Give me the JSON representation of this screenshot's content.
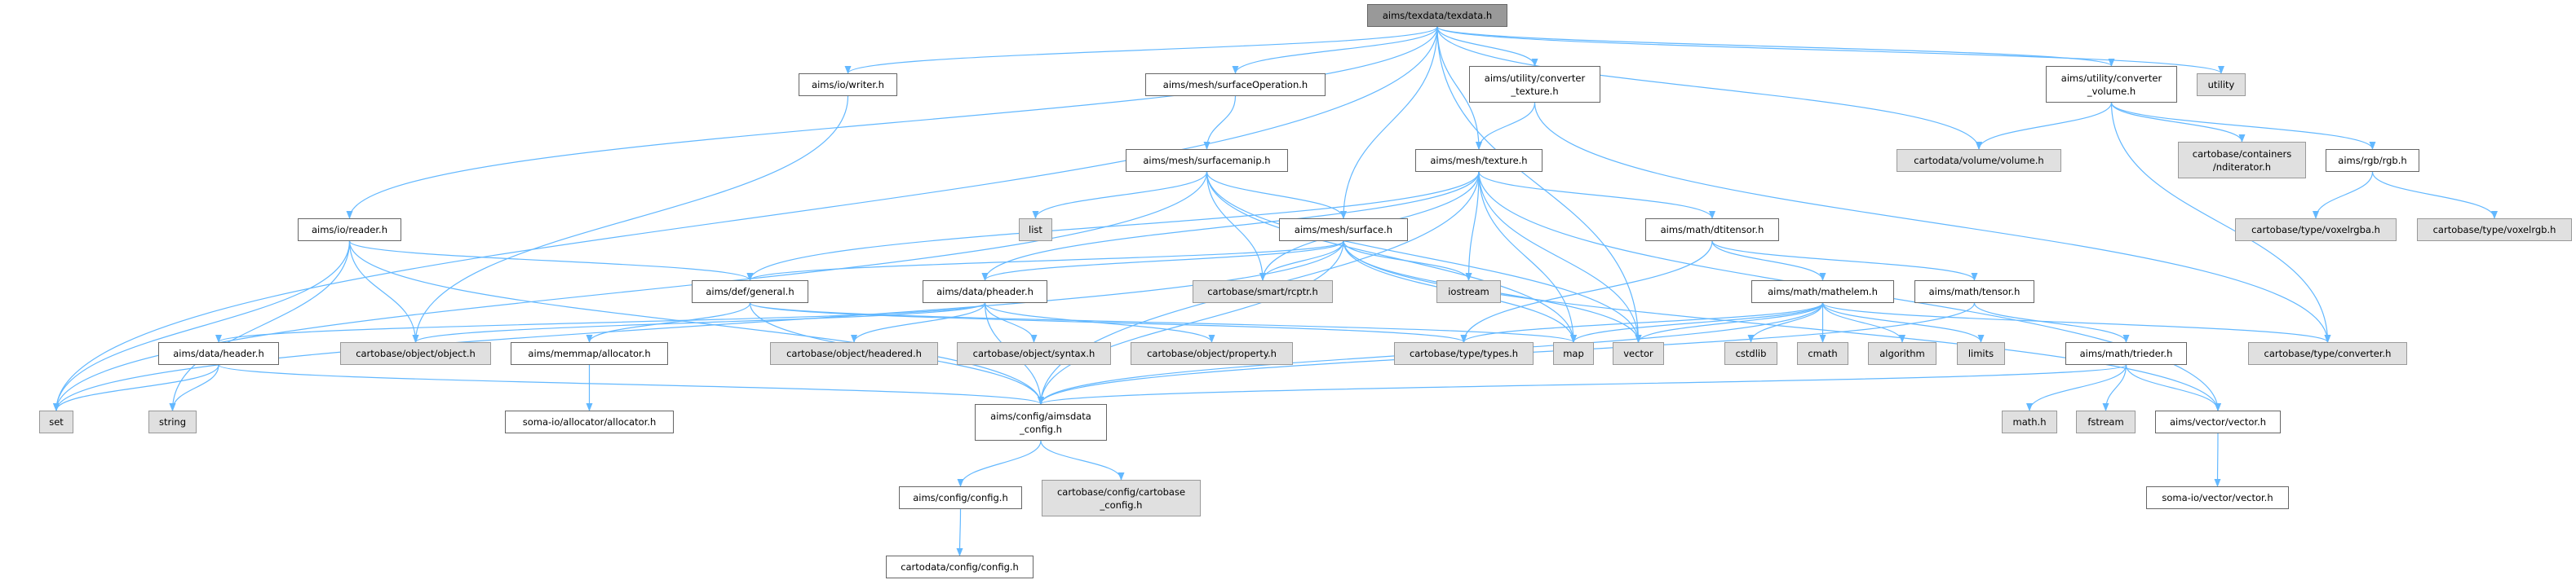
{
  "colors": {
    "edge": "#63b8ff",
    "root_fill": "#999999",
    "external_fill": "#e0e0e0",
    "local_fill": "#ffffff"
  },
  "graph": {
    "title": "aims/texdata/texdata.h",
    "nodes": [
      {
        "id": "texdata",
        "label": "aims/texdata/texdata.h",
        "kind": "root"
      },
      {
        "id": "writer",
        "label": "aims/io/writer.h",
        "kind": "local"
      },
      {
        "id": "reader",
        "label": "aims/io/reader.h",
        "kind": "local"
      },
      {
        "id": "general",
        "label": "aims/def/general.h",
        "kind": "local"
      },
      {
        "id": "header",
        "label": "aims/data/header.h",
        "kind": "local"
      },
      {
        "id": "object",
        "label": "cartobase/object/object.h",
        "kind": "ext"
      },
      {
        "id": "allocator",
        "label": "aims/memmap/allocator.h",
        "kind": "local"
      },
      {
        "id": "set",
        "label": "set",
        "kind": "ext"
      },
      {
        "id": "string",
        "label": "string",
        "kind": "ext"
      },
      {
        "id": "somaalloc",
        "label": "soma-io/allocator/allocator.h",
        "kind": "local"
      },
      {
        "id": "headered",
        "label": "cartobase/object/headered.h",
        "kind": "ext"
      },
      {
        "id": "surfop",
        "label": "aims/mesh/surfaceOperation.h",
        "kind": "local"
      },
      {
        "id": "convtex",
        "label": "aims/utility/converter\n_texture.h",
        "kind": "local"
      },
      {
        "id": "surfmanip",
        "label": "aims/mesh/surfacemanip.h",
        "kind": "local"
      },
      {
        "id": "texture",
        "label": "aims/mesh/texture.h",
        "kind": "local"
      },
      {
        "id": "list",
        "label": "list",
        "kind": "ext"
      },
      {
        "id": "surface",
        "label": "aims/mesh/surface.h",
        "kind": "local"
      },
      {
        "id": "dtitensor",
        "label": "aims/math/dtitensor.h",
        "kind": "local"
      },
      {
        "id": "pheader",
        "label": "aims/data/pheader.h",
        "kind": "local"
      },
      {
        "id": "rcptr",
        "label": "cartobase/smart/rcptr.h",
        "kind": "ext"
      },
      {
        "id": "iostream",
        "label": "iostream",
        "kind": "ext"
      },
      {
        "id": "syntax",
        "label": "cartobase/object/syntax.h",
        "kind": "ext"
      },
      {
        "id": "property",
        "label": "cartobase/object/property.h",
        "kind": "ext"
      },
      {
        "id": "types",
        "label": "cartobase/type/types.h",
        "kind": "ext"
      },
      {
        "id": "map",
        "label": "map",
        "kind": "ext"
      },
      {
        "id": "vector",
        "label": "vector",
        "kind": "ext"
      },
      {
        "id": "aimsdataconf",
        "label": "aims/config/aimsdata\n_config.h",
        "kind": "local"
      },
      {
        "id": "config",
        "label": "aims/config/config.h",
        "kind": "local"
      },
      {
        "id": "cbconf",
        "label": "cartobase/config/cartobase\n_config.h",
        "kind": "ext"
      },
      {
        "id": "cdconf",
        "label": "cartodata/config/config.h",
        "kind": "local"
      },
      {
        "id": "convvol",
        "label": "aims/utility/converter\n_volume.h",
        "kind": "local"
      },
      {
        "id": "utility",
        "label": "utility",
        "kind": "ext"
      },
      {
        "id": "volume",
        "label": "cartodata/volume/volume.h",
        "kind": "ext"
      },
      {
        "id": "nditer",
        "label": "cartobase/containers\n/nditerator.h",
        "kind": "ext"
      },
      {
        "id": "rgb",
        "label": "aims/rgb/rgb.h",
        "kind": "local"
      },
      {
        "id": "voxelrgba",
        "label": "cartobase/type/voxelrgba.h",
        "kind": "ext"
      },
      {
        "id": "voxelrgb",
        "label": "cartobase/type/voxelrgb.h",
        "kind": "ext"
      },
      {
        "id": "mathelem",
        "label": "aims/math/mathelem.h",
        "kind": "local"
      },
      {
        "id": "tensor",
        "label": "aims/math/tensor.h",
        "kind": "local"
      },
      {
        "id": "cstdlib",
        "label": "cstdlib",
        "kind": "ext"
      },
      {
        "id": "cmath",
        "label": "cmath",
        "kind": "ext"
      },
      {
        "id": "algorithm",
        "label": "algorithm",
        "kind": "ext"
      },
      {
        "id": "limits",
        "label": "limits",
        "kind": "ext"
      },
      {
        "id": "trieder",
        "label": "aims/math/trieder.h",
        "kind": "local"
      },
      {
        "id": "converter",
        "label": "cartobase/type/converter.h",
        "kind": "ext"
      },
      {
        "id": "mathh",
        "label": "math.h",
        "kind": "ext"
      },
      {
        "id": "fstream",
        "label": "fstream",
        "kind": "ext"
      },
      {
        "id": "aimsvector",
        "label": "aims/vector/vector.h",
        "kind": "local"
      },
      {
        "id": "somavector",
        "label": "soma-io/vector/vector.h",
        "kind": "local"
      }
    ],
    "edges": [
      [
        "texdata",
        "set"
      ],
      [
        "texdata",
        "reader"
      ],
      [
        "texdata",
        "writer"
      ],
      [
        "texdata",
        "surfop"
      ],
      [
        "texdata",
        "surface"
      ],
      [
        "texdata",
        "texture"
      ],
      [
        "texdata",
        "convtex"
      ],
      [
        "texdata",
        "vector"
      ],
      [
        "texdata",
        "volume"
      ],
      [
        "texdata",
        "convvol"
      ],
      [
        "texdata",
        "utility"
      ],
      [
        "writer",
        "object"
      ],
      [
        "reader",
        "set"
      ],
      [
        "reader",
        "string"
      ],
      [
        "reader",
        "object"
      ],
      [
        "reader",
        "general"
      ],
      [
        "reader",
        "aimsdataconf"
      ],
      [
        "surfop",
        "surfmanip"
      ],
      [
        "convtex",
        "texture"
      ],
      [
        "convtex",
        "converter"
      ],
      [
        "surfmanip",
        "set"
      ],
      [
        "surfmanip",
        "list"
      ],
      [
        "surfmanip",
        "rcptr"
      ],
      [
        "surfmanip",
        "surface"
      ],
      [
        "surfmanip",
        "vector"
      ],
      [
        "surfmanip",
        "map"
      ],
      [
        "texture",
        "general"
      ],
      [
        "texture",
        "pheader"
      ],
      [
        "texture",
        "rcptr"
      ],
      [
        "texture",
        "iostream"
      ],
      [
        "texture",
        "map"
      ],
      [
        "texture",
        "vector"
      ],
      [
        "texture",
        "dtitensor"
      ],
      [
        "texture",
        "aimsvector"
      ],
      [
        "texture",
        "aimsdataconf"
      ],
      [
        "surface",
        "general"
      ],
      [
        "surface",
        "pheader"
      ],
      [
        "surface",
        "rcptr"
      ],
      [
        "surface",
        "iostream"
      ],
      [
        "surface",
        "map"
      ],
      [
        "surface",
        "vector"
      ],
      [
        "surface",
        "aimsvector"
      ],
      [
        "surface",
        "aimsdataconf"
      ],
      [
        "surface",
        "set"
      ],
      [
        "general",
        "allocator"
      ],
      [
        "general",
        "aimsdataconf"
      ],
      [
        "general",
        "types"
      ],
      [
        "general",
        "map"
      ],
      [
        "pheader",
        "header"
      ],
      [
        "pheader",
        "object"
      ],
      [
        "pheader",
        "headered"
      ],
      [
        "pheader",
        "syntax"
      ],
      [
        "pheader",
        "property"
      ],
      [
        "pheader",
        "aimsdataconf"
      ],
      [
        "header",
        "set"
      ],
      [
        "header",
        "string"
      ],
      [
        "header",
        "aimsdataconf"
      ],
      [
        "allocator",
        "somaalloc"
      ],
      [
        "aimsdataconf",
        "config"
      ],
      [
        "aimsdataconf",
        "cbconf"
      ],
      [
        "config",
        "cdconf"
      ],
      [
        "dtitensor",
        "mathelem"
      ],
      [
        "dtitensor",
        "tensor"
      ],
      [
        "dtitensor",
        "types"
      ],
      [
        "mathelem",
        "cstdlib"
      ],
      [
        "mathelem",
        "cmath"
      ],
      [
        "mathelem",
        "algorithm"
      ],
      [
        "mathelem",
        "limits"
      ],
      [
        "mathelem",
        "converter"
      ],
      [
        "mathelem",
        "vector"
      ],
      [
        "mathelem",
        "map"
      ],
      [
        "mathelem",
        "aimsdataconf"
      ],
      [
        "mathelem",
        "types"
      ],
      [
        "tensor",
        "trieder"
      ],
      [
        "tensor",
        "aimsdataconf"
      ],
      [
        "trieder",
        "mathh"
      ],
      [
        "trieder",
        "fstream"
      ],
      [
        "trieder",
        "aimsvector"
      ],
      [
        "trieder",
        "aimsdataconf"
      ],
      [
        "aimsvector",
        "somavector"
      ],
      [
        "convvol",
        "volume"
      ],
      [
        "convvol",
        "nditer"
      ],
      [
        "convvol",
        "rgb"
      ],
      [
        "convvol",
        "converter"
      ],
      [
        "rgb",
        "voxelrgba"
      ],
      [
        "rgb",
        "voxelrgb"
      ]
    ]
  }
}
